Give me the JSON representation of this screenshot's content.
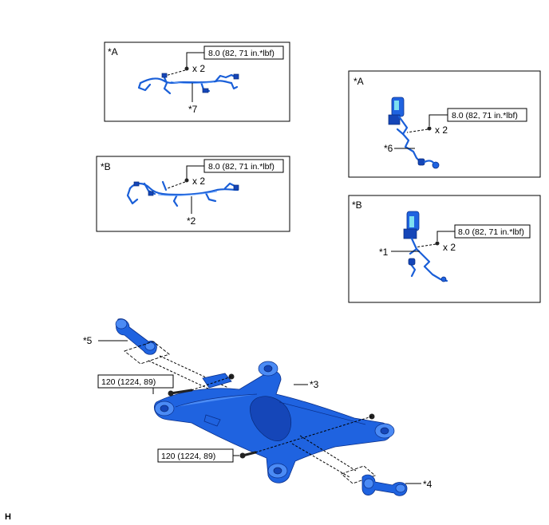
{
  "views": {
    "harness_front_a": {
      "tag": "*A",
      "torque": "8.0 (82, 71 in.*lbf)",
      "qty": "x 2",
      "part": "*7"
    },
    "harness_front_b": {
      "tag": "*B",
      "torque": "8.0 (82, 71 in.*lbf)",
      "qty": "x 2",
      "part": "*2"
    },
    "sensor_a": {
      "tag": "*A",
      "torque": "8.0 (82, 71 in.*lbf)",
      "qty": "x 2",
      "part": "*6"
    },
    "sensor_b": {
      "tag": "*B",
      "torque": "8.0 (82, 71 in.*lbf)",
      "qty": "x 2",
      "part": "*1"
    }
  },
  "assembly": {
    "upper_arm_left": "*5",
    "crossmember": "*3",
    "upper_arm_right": "*4",
    "torque_upper": "120 (1224, 89)",
    "torque_lower": "120 (1224, 89)"
  },
  "corner_mark": "H"
}
